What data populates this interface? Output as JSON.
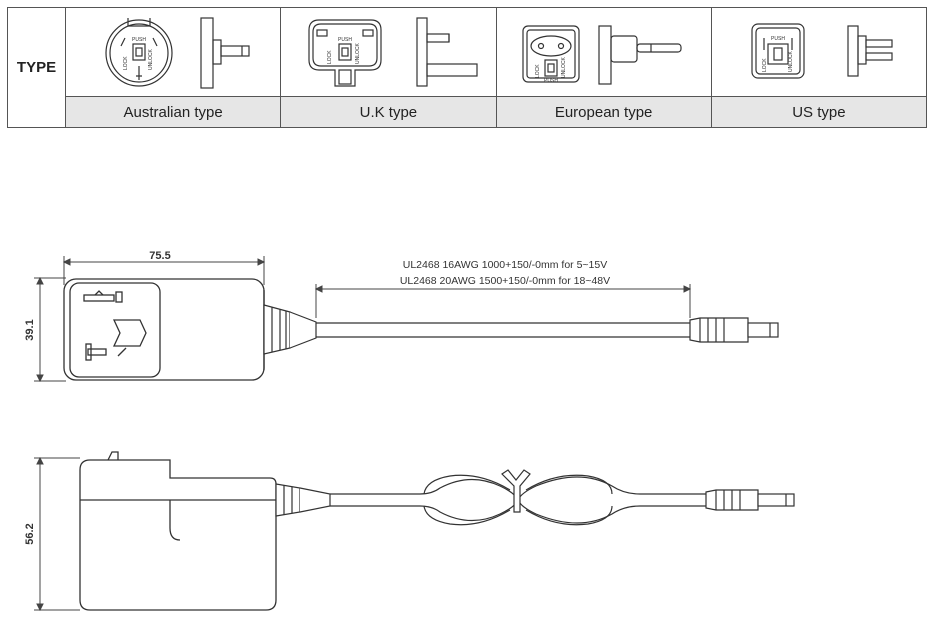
{
  "type_table": {
    "header": "TYPE",
    "plugs": [
      {
        "label": "Australian type",
        "icon": "australian-plug-icon"
      },
      {
        "label": "U.K type",
        "icon": "uk-plug-icon"
      },
      {
        "label": "European type",
        "icon": "european-plug-icon"
      },
      {
        "label": "US type",
        "icon": "us-plug-icon"
      }
    ],
    "plug_face_text": {
      "push": "PUSH",
      "lock": "LOCK",
      "unlock": "UNLOCK"
    }
  },
  "top_view": {
    "width_dim": "75.5",
    "height_dim": "39.1",
    "cable_spec_1": "UL2468 16AWG 1000+150/-0mm for 5~15V",
    "cable_spec_2": "UL2468 20AWG 1500+150/-0mm for 18~48V"
  },
  "side_view": {
    "height_dim": "56.2"
  }
}
